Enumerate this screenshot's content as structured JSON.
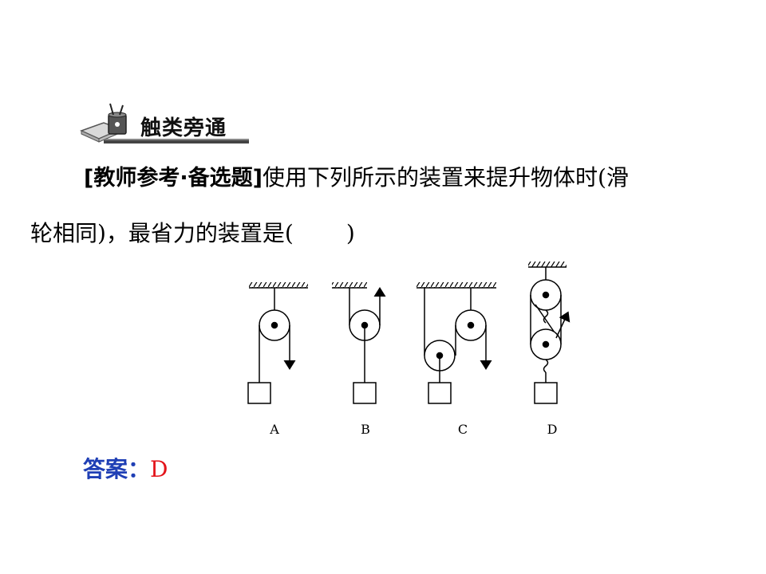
{
  "banner": {
    "title": "触类旁通",
    "icon": "book-pencil-cup-icon"
  },
  "question": {
    "prefix": "[教师参考·备选题]",
    "line1_text": "使用下列所示的装置来提升物体时(滑",
    "line2_text": "轮相同)，最省力的装置是(",
    "line2_close": ")"
  },
  "figure": {
    "labels": [
      "A",
      "B",
      "C",
      "D"
    ]
  },
  "answer": {
    "label": "答案：",
    "value": "D"
  },
  "colors": {
    "answer_label": "#1f3fb5",
    "answer_value": "#e3141a",
    "banner_bar": "#333333"
  }
}
